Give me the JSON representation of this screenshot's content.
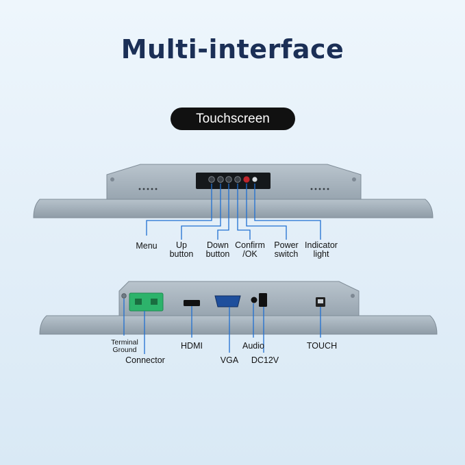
{
  "title": "Multi-interface",
  "badge": "Touchscreen",
  "top_view": {
    "labels": {
      "menu": "Menu",
      "up": "Up\nbutton",
      "down": "Down\nbutton",
      "confirm": "Confirm\n/OK",
      "power": "Power\nswitch",
      "indicator": "Indicator\nlight"
    }
  },
  "bottom_view": {
    "labels": {
      "terminal_ground": "Terminal\nGround",
      "connector": "Connector",
      "hdmi": "HDMI",
      "vga": "VGA",
      "audio": "Audio",
      "dc12v": "DC12V",
      "touch": "TOUCH"
    }
  },
  "colors": {
    "housing": "#a9b5bf",
    "housing_dark": "#8f9ca7",
    "leader_line": "#1f6fd1",
    "connector_green": "#2db36b",
    "title": "#1b2f56"
  }
}
